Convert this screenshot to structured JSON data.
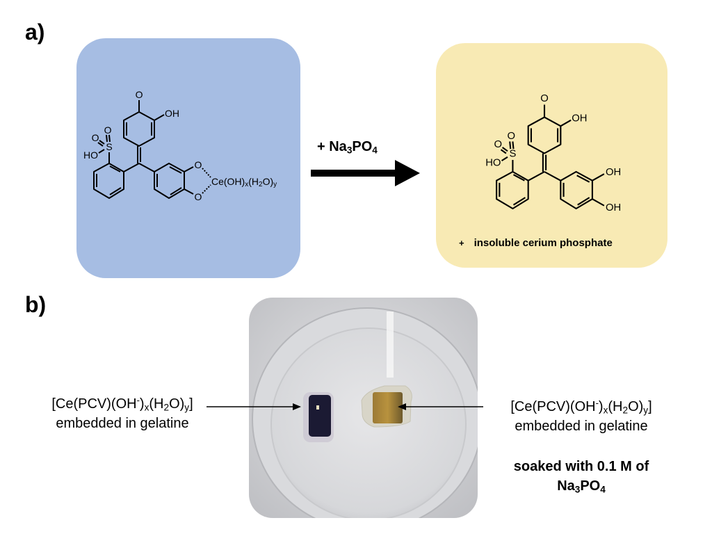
{
  "panel_a": {
    "label": "a)",
    "reactant_atoms": {
      "ketone_o": "O",
      "oh": "OH",
      "s": "S",
      "so_o1": "O",
      "so_o2": "O",
      "ho": "HO",
      "cat_o1": "O",
      "cat_o2": "O",
      "ce": {
        "a": "Ce(OH)",
        "x": "x",
        "b": "(H",
        "two": "2",
        "c": "O)",
        "y": "y"
      }
    },
    "product_atoms": {
      "ketone_o": "O",
      "oh": "OH",
      "s": "S",
      "so_o1": "O",
      "so_o2": "O",
      "ho": "HO",
      "cat_oh1": "OH",
      "cat_oh2": "OH"
    },
    "reagent": {
      "prefix": "+ Na",
      "sub1": "3",
      "mid": "PO",
      "sub2": "4"
    },
    "byproduct": {
      "plus": "+",
      "text": "insoluble cerium phosphate"
    },
    "colors": {
      "reactant_bg": "#a6bde3",
      "product_bg": "#f8eab4"
    }
  },
  "panel_b": {
    "label": "b)",
    "left_label": {
      "a": "[Ce(PCV)(OH",
      "sup": "-",
      "b": ")",
      "x": "x",
      "c": "(H",
      "two": "2",
      "d": "O)",
      "y": "y",
      "e": "]",
      "line2": "embedded in gelatine"
    },
    "right_label": {
      "a": "[Ce(PCV)(OH",
      "sup": "-",
      "b": ")",
      "x": "x",
      "c": "(H",
      "two": "2",
      "d": "O)",
      "y": "y",
      "e": "]",
      "line2": "embedded in gelatine",
      "note1": "soaked with 0.1 M of",
      "note2_a": "Na",
      "note2_sub1": "3",
      "note2_b": "PO",
      "note2_sub2": "4"
    }
  }
}
